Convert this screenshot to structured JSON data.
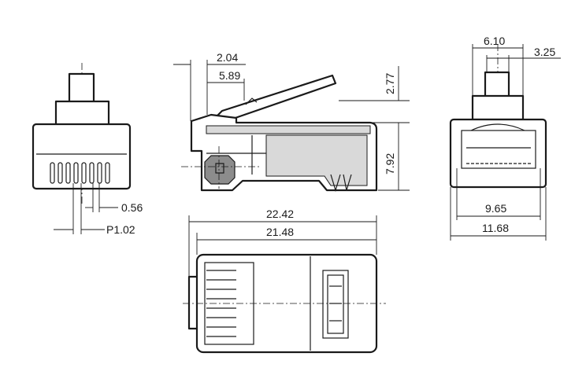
{
  "dimensions": {
    "front_slot_width": "0.56",
    "front_pitch": "P1.02",
    "side_offset_small": "2.04",
    "side_offset": "5.89",
    "side_latch_height": "2.77",
    "side_body_height": "7.92",
    "end_latch_width": "6.10",
    "end_latch_inner": "3.25",
    "end_inner_width": "9.65",
    "end_outer_width": "11.68",
    "top_overall_length": "22.42",
    "top_body_length": "21.48"
  },
  "colors": {
    "outline": "#1a1a1a",
    "fill_gray": "#8c8c8c",
    "fill_light": "#d9d9d9"
  }
}
